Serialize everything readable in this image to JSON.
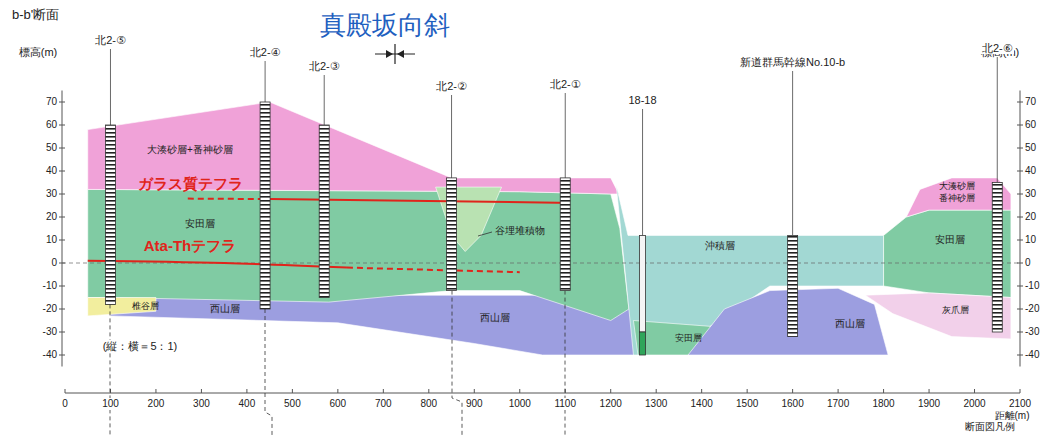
{
  "diagram": {
    "title": "b-b'断面",
    "labels": [
      "真殿坂向斜",
      "標高(m)",
      "標高(m)",
      "70",
      "60",
      "50",
      "40",
      "30",
      "20",
      "10",
      "0",
      "-10",
      "-20",
      "-30",
      "-40",
      "70",
      "60",
      "50",
      "40",
      "30",
      "20",
      "10",
      "0",
      "-10",
      "-20",
      "-30",
      "-40",
      "0",
      "100",
      "200",
      "300",
      "400",
      "500",
      "600",
      "700",
      "800",
      "900",
      "1000",
      "1100",
      "1200",
      "1300",
      "1400",
      "1500",
      "1600",
      "1700",
      "1800",
      "1900",
      "2000",
      "2100",
      "距離(m)",
      "断面図凡例",
      "北2-⑤",
      "北2-④",
      "北2-③",
      "北2-②",
      "北2-①",
      "18-18",
      "新道群馬幹線No.10-b",
      "北2-⑥",
      "大湊砂層+番神砂層",
      "ガラス質テフラ",
      "安田層",
      "Ata-Thテフラ",
      "椎谷層",
      "西山層",
      "谷埋堆積物",
      "西山層",
      "沖積層",
      "安田層",
      "西山層",
      "大湊砂層",
      "番神砂層",
      "安田層",
      "灰爪層",
      "(縦：横＝5：1)"
    ]
  }
}
